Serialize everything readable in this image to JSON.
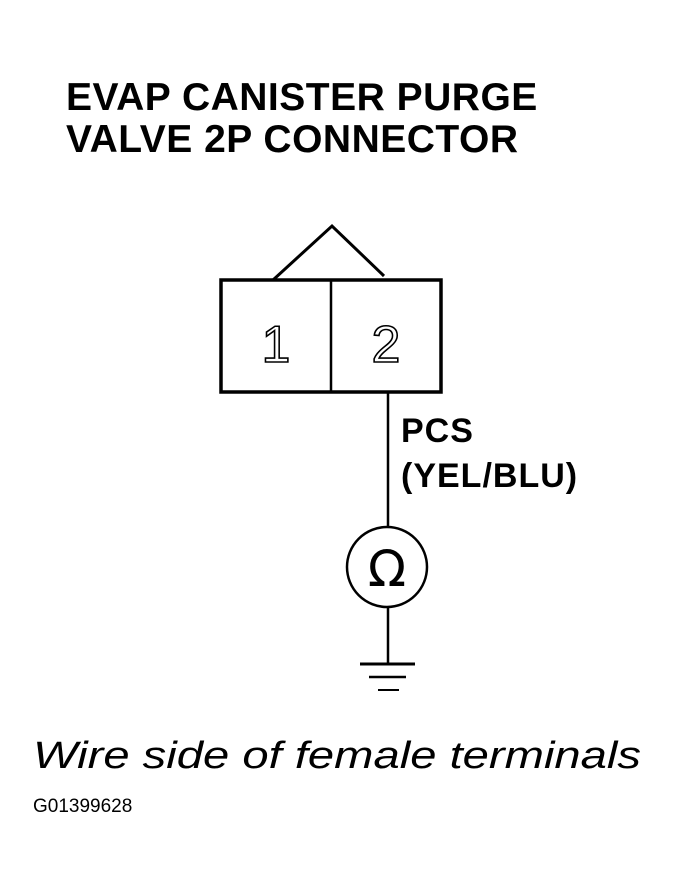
{
  "title": {
    "line1": "EVAP CANISTER PURGE",
    "line2": "VALVE 2P CONNECTOR"
  },
  "connector": {
    "terminals": [
      "1",
      "2"
    ]
  },
  "wire": {
    "name": "PCS",
    "color": "(YEL/BLU)"
  },
  "meter": {
    "symbol": "Ω",
    "icon": "ohmmeter-icon"
  },
  "ground": {
    "icon": "ground-icon"
  },
  "caption": "Wire side of female terminals",
  "figure_code": "G01399628"
}
